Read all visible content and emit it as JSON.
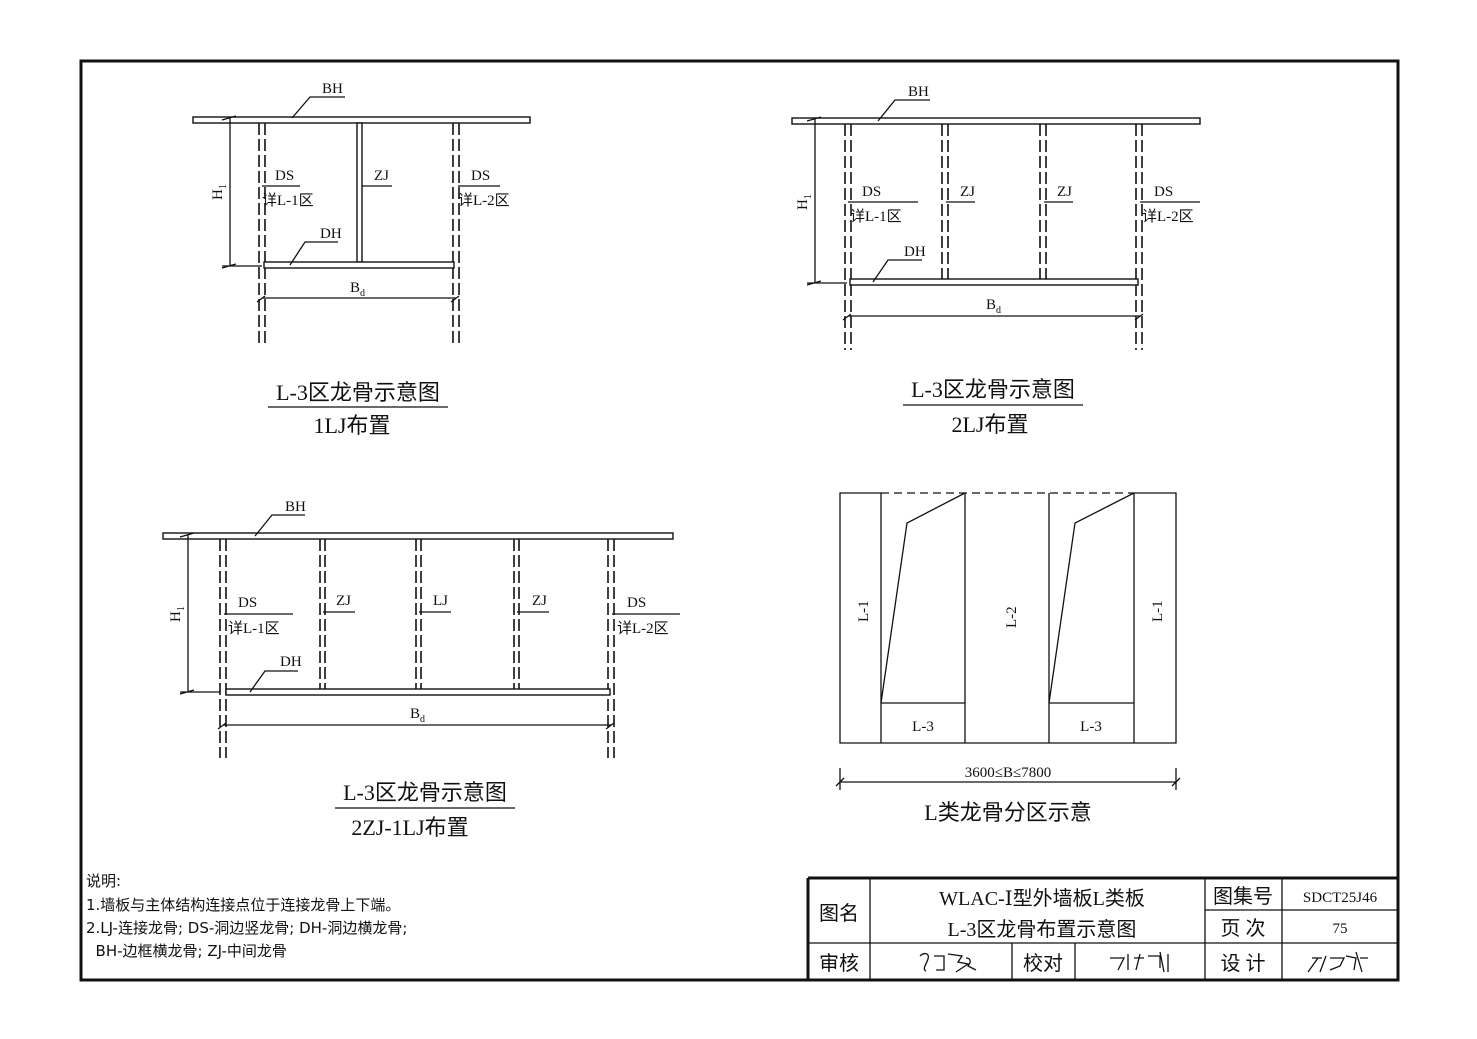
{
  "drawings": {
    "d1": {
      "bh": "BH",
      "ds_left": "DS",
      "detail_left": "详L-1区",
      "zj": "ZJ",
      "ds_right": "DS",
      "detail_right": "详L-2区",
      "dh": "DH",
      "h": "H",
      "h_sub": "1",
      "b": "B",
      "b_sub": "d",
      "title": "L-3区龙骨示意图",
      "subtitle": "1LJ布置"
    },
    "d2": {
      "bh": "BH",
      "ds_left": "DS",
      "detail_left": "详L-1区",
      "zj1": "ZJ",
      "zj2": "ZJ",
      "ds_right": "DS",
      "detail_right": "详L-2区",
      "dh": "DH",
      "h": "H",
      "h_sub": "1",
      "b": "B",
      "b_sub": "d",
      "title": "L-3区龙骨示意图",
      "subtitle": "2LJ布置"
    },
    "d3": {
      "bh": "BH",
      "ds_left": "DS",
      "detail_left": "详L-1区",
      "zj1": "ZJ",
      "lj": "LJ",
      "zj2": "ZJ",
      "ds_right": "DS",
      "detail_right": "详L-2区",
      "dh": "DH",
      "h": "H",
      "h_sub": "1",
      "b": "B",
      "b_sub": "d",
      "title": "L-3区龙骨示意图",
      "subtitle": "2ZJ-1LJ布置"
    },
    "d4": {
      "zone_left": "L-1",
      "zone_mid": "L-2",
      "zone_right": "L-1",
      "zone_bottom_left": "L-3",
      "zone_bottom_right": "L-3",
      "dimension": "3600≤B≤7800",
      "title": "L类龙骨分区示意"
    }
  },
  "notes": {
    "heading": "说明:",
    "lines": [
      "1.墙板与主体结构连接点位于连接龙骨上下端。",
      "2.LJ-连接龙骨; DS-洞边竖龙骨; DH-洞边横龙骨;",
      "  BH-边框横龙骨; ZJ-中间龙骨"
    ]
  },
  "title_block": {
    "name_label": "图名",
    "name_line1": "WLAC-Ⅰ型外墙板L类板",
    "name_line2": "L-3区龙骨布置示意图",
    "atlas_label": "图集号",
    "atlas_value": "SDCT25J46",
    "page_label": "页 次",
    "page_value": "75",
    "review_label": "审核",
    "check_label": "校对",
    "design_label": "设 计"
  }
}
